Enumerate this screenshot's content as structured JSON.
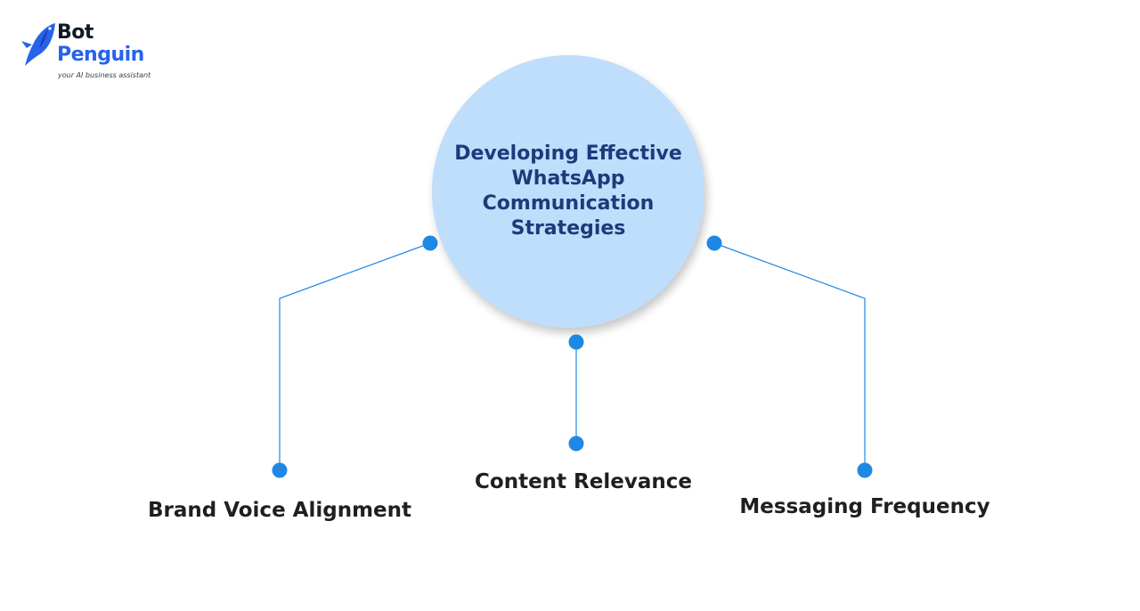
{
  "brand": {
    "name_line1": "Bot",
    "name_line2": "Penguin",
    "tagline": "your AI business assistant"
  },
  "diagram": {
    "central_topic": "Developing Effective WhatsApp Communication Strategies",
    "branches": [
      {
        "label": "Brand Voice Alignment"
      },
      {
        "label": "Content Relevance"
      },
      {
        "label": "Messaging Frequency"
      }
    ]
  },
  "colors": {
    "connector": "#1e88e5",
    "circle_fill": "#bfdefb",
    "title_text": "#1e3a7b",
    "brand_blue": "#2563eb"
  }
}
